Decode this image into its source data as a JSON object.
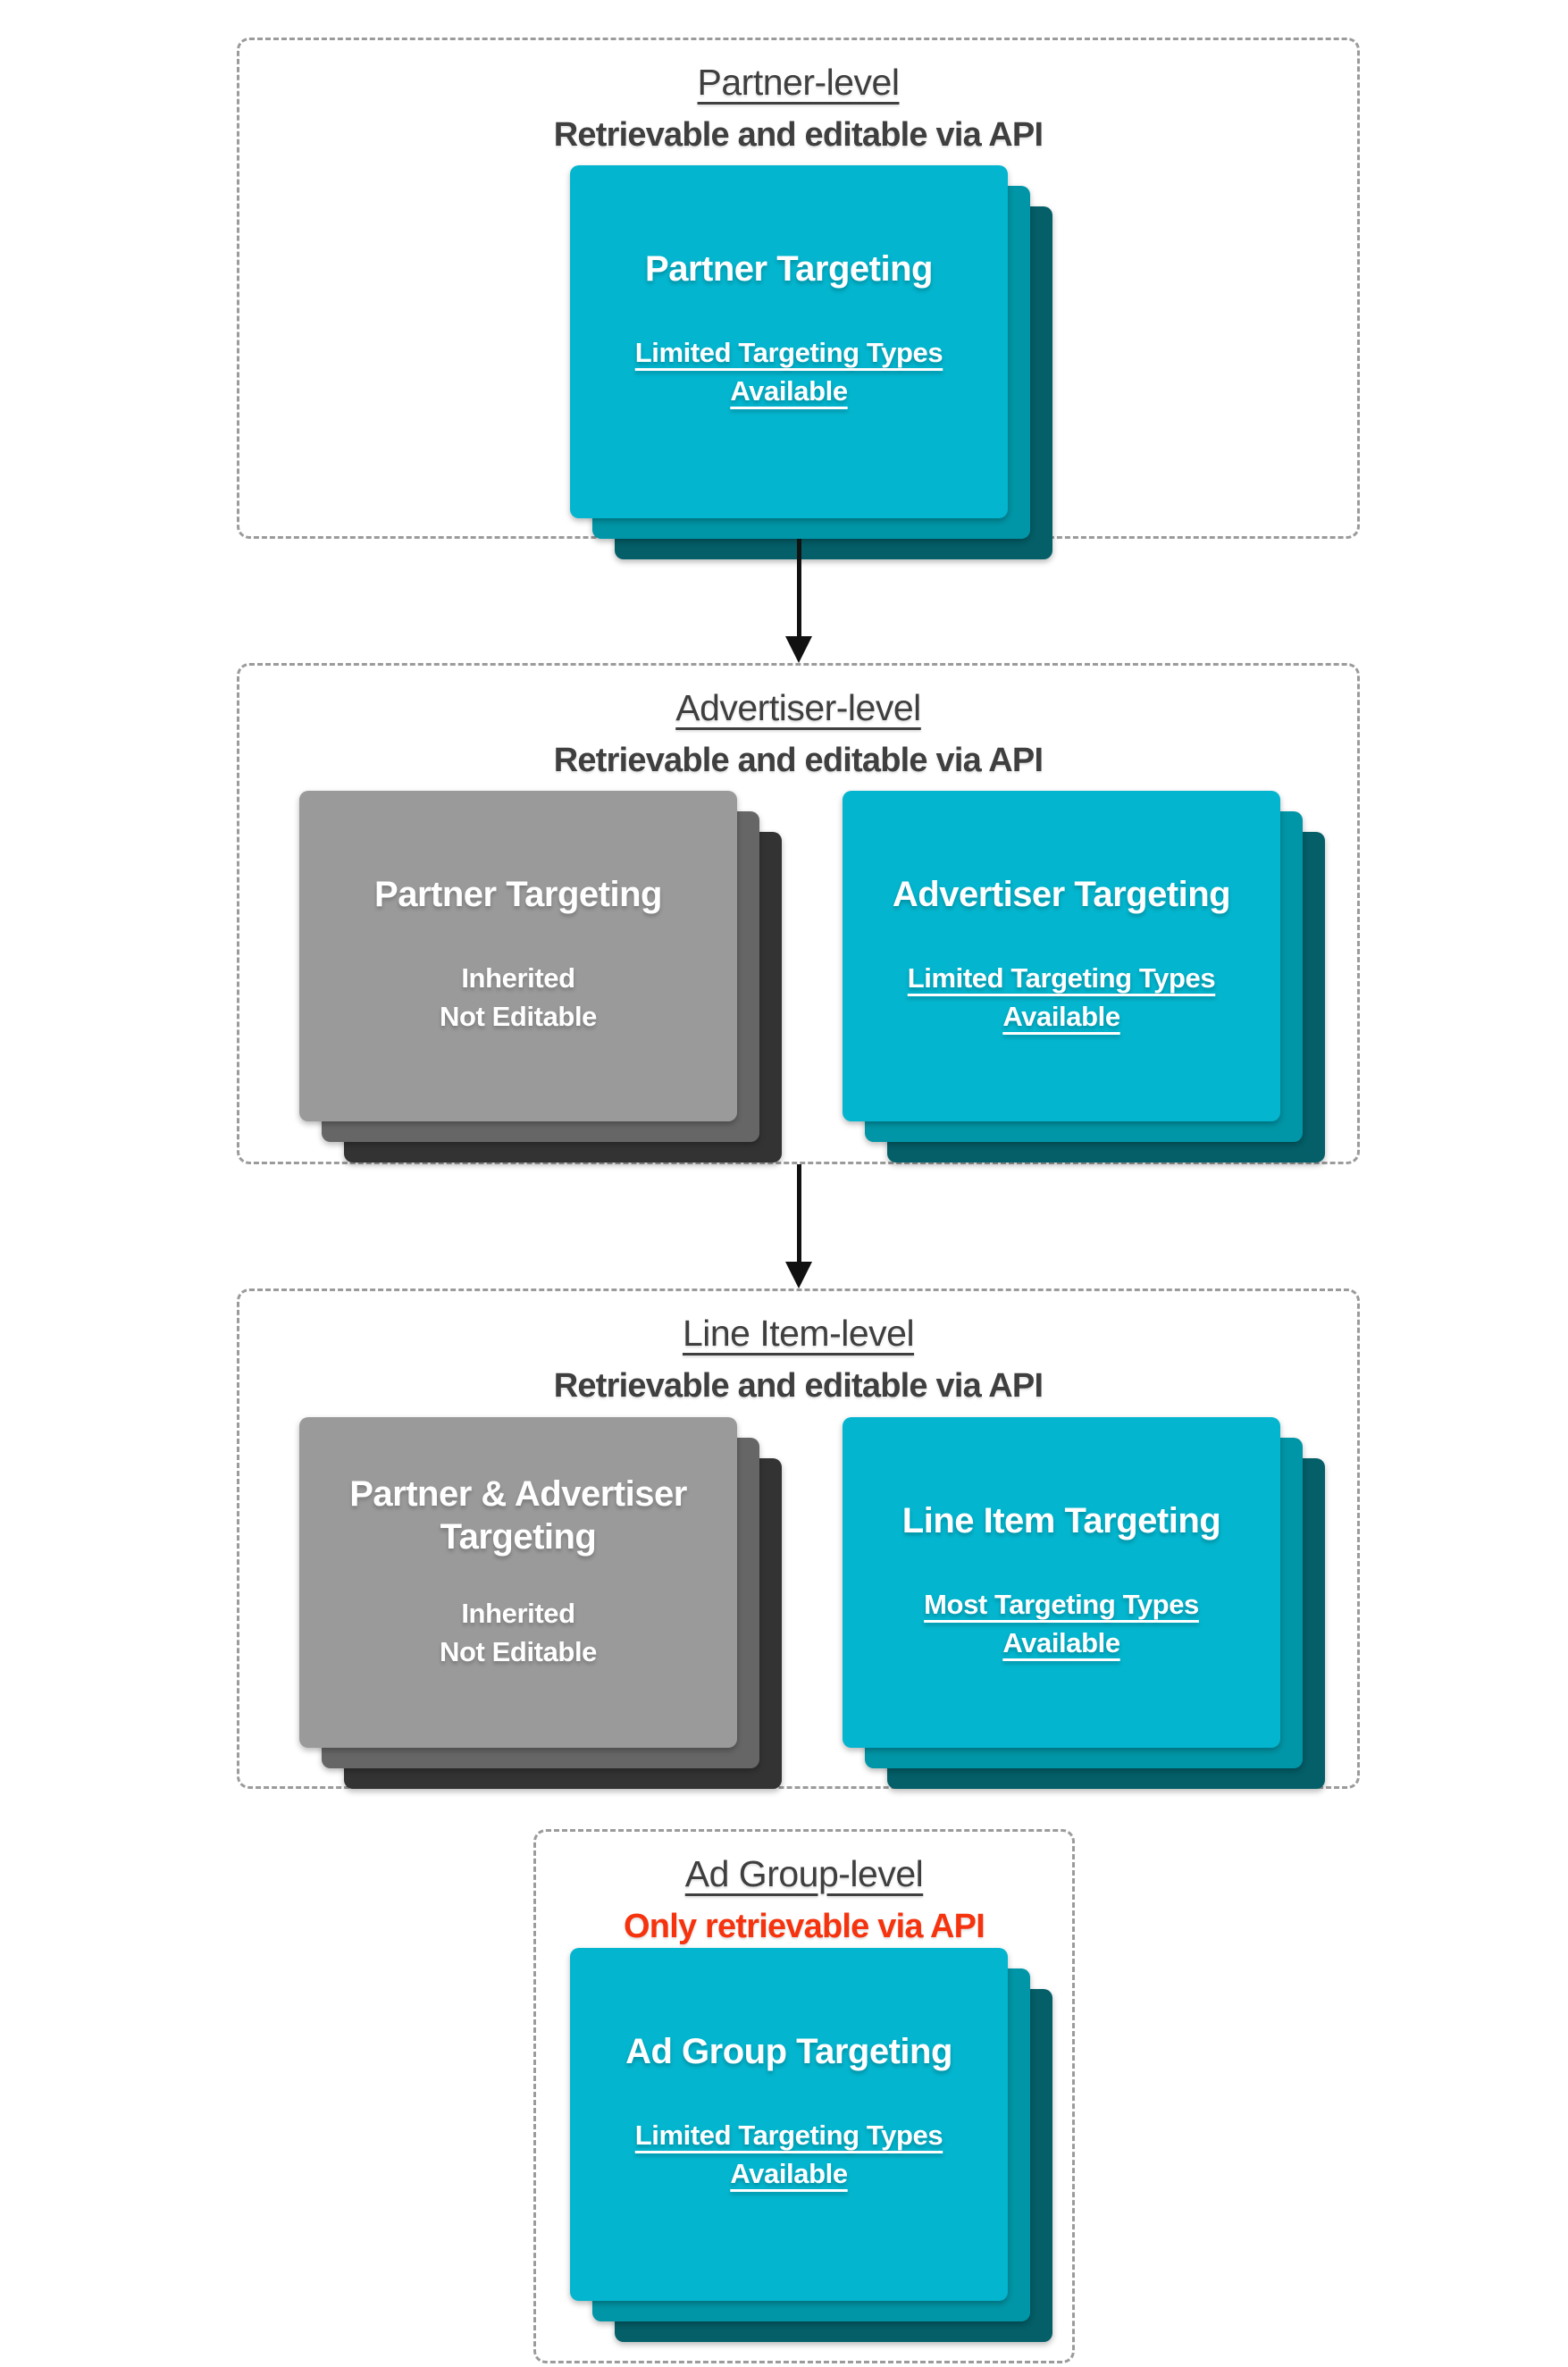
{
  "colors": {
    "cyan": "#03b5ce",
    "cyanMid": "#0096a7",
    "cyanBack": "#045f68",
    "gray": "#9a9a9a",
    "grayMid": "#666666",
    "grayBack": "#333333",
    "heading": "#3f3f3f",
    "red": "#f5330e",
    "border": "#9b9b9b",
    "arrow": "#111111",
    "card_text": "#ffffff"
  },
  "sections": [
    {
      "level_title": "Partner-level",
      "api_access": "Retrievable and editable via API",
      "cards": [
        {
          "title": "Partner Targeting",
          "note": "Limited Targeting Types Available"
        }
      ]
    },
    {
      "level_title": "Advertiser-level",
      "api_access": "Retrievable and editable via API",
      "cards": [
        {
          "title": "Partner Targeting",
          "note_lines": [
            "Inherited",
            "Not Editable"
          ]
        },
        {
          "title": "Advertiser Targeting",
          "note": "Limited Targeting Types Available"
        }
      ]
    },
    {
      "level_title": "Line Item-level",
      "api_access": "Retrievable and editable via API",
      "cards": [
        {
          "title": "Partner & Advertiser Targeting",
          "note_lines": [
            "Inherited",
            "Not Editable"
          ]
        },
        {
          "title": "Line Item Targeting",
          "note": "Most Targeting Types Available"
        }
      ]
    },
    {
      "level_title": "Ad Group-level",
      "api_access": "Only retrievable via API",
      "cards": [
        {
          "title": "Ad Group Targeting",
          "note": "Limited Targeting Types Available"
        }
      ]
    }
  ]
}
